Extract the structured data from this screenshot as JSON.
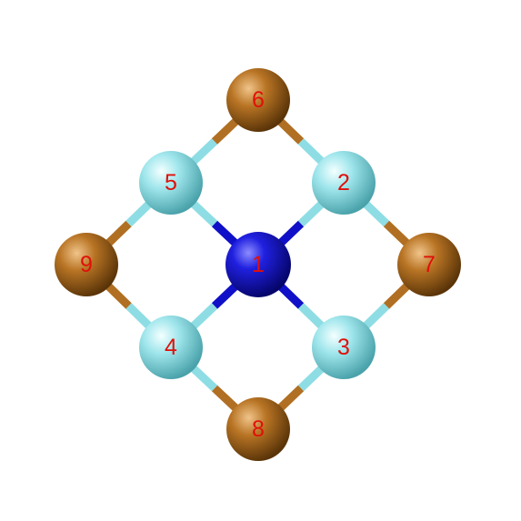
{
  "colors": {
    "center": "#1010c8",
    "cyan": "#8edde4",
    "bronze": "#b06f22",
    "label": "#e0100a"
  },
  "atoms": [
    {
      "id": "1",
      "label": "1",
      "kind": "center"
    },
    {
      "id": "2",
      "label": "2",
      "kind": "cyan"
    },
    {
      "id": "3",
      "label": "3",
      "kind": "cyan"
    },
    {
      "id": "4",
      "label": "4",
      "kind": "cyan"
    },
    {
      "id": "5",
      "label": "5",
      "kind": "cyan"
    },
    {
      "id": "6",
      "label": "6",
      "kind": "bronze"
    },
    {
      "id": "7",
      "label": "7",
      "kind": "bronze"
    },
    {
      "id": "8",
      "label": "8",
      "kind": "bronze"
    },
    {
      "id": "9",
      "label": "9",
      "kind": "bronze"
    }
  ],
  "bonds": [
    [
      "1",
      "2"
    ],
    [
      "1",
      "3"
    ],
    [
      "1",
      "4"
    ],
    [
      "1",
      "5"
    ],
    [
      "5",
      "6"
    ],
    [
      "6",
      "2"
    ],
    [
      "2",
      "7"
    ],
    [
      "7",
      "3"
    ],
    [
      "3",
      "8"
    ],
    [
      "8",
      "4"
    ],
    [
      "4",
      "9"
    ],
    [
      "9",
      "5"
    ]
  ]
}
